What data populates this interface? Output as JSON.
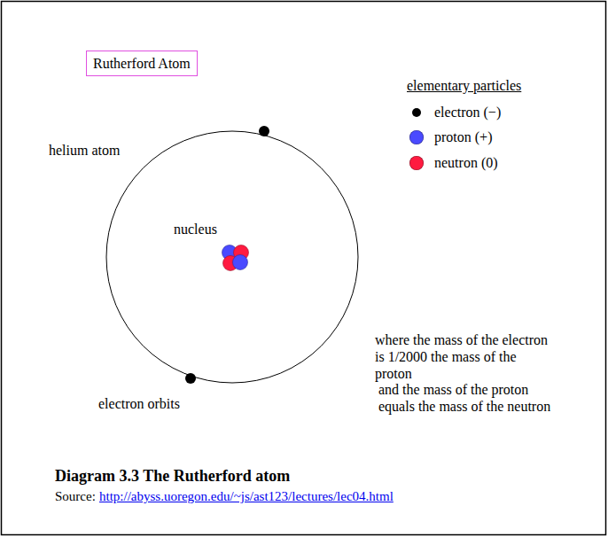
{
  "diagram": {
    "caption": "Diagram 3.3 The Rutherford atom",
    "nodes": [
      {
        "text": [
          "Rutherford Atom"
        ]
      }
    ],
    "labels": [
      "elementary particles",
      "helium atom",
      "nucleus",
      "electron orbits",
      "where the mass of the electron is 1/2000 the mass of the proton",
      "and the mass of the proton equals the mass of the neutron",
      "Source:",
      "http://abyss.uoregon.edu/~js/ast123/lectures/lec04.html"
    ],
    "legend": [
      {
        "text": "electron (−)",
        "color": "#000000"
      },
      {
        "text": "proton (+)",
        "color": "#4a4aff"
      },
      {
        "text": "neutron (0)",
        "color": "#ff1a40"
      }
    ]
  }
}
